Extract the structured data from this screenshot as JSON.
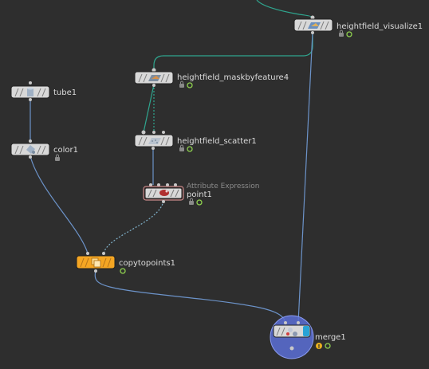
{
  "network": {
    "colors": {
      "background": "#2e2e2e",
      "wire_blue": "#6c93c9",
      "wire_green": "#2fa68f",
      "wire_dotted": "#7fb0c9",
      "copy_node": "#f5a623",
      "merge_circle": "#5b6fd6",
      "display_flag": "#8fd14f"
    },
    "nodes": {
      "heightfield_visualize": {
        "label": "heightfield_visualize1",
        "icon": "heightfield-icon"
      },
      "heightfield_maskbyfeature": {
        "label": "heightfield_maskbyfeature4",
        "icon": "heightfield-icon"
      },
      "heightfield_scatter": {
        "label": "heightfield_scatter1",
        "icon": "scatter-icon"
      },
      "tube": {
        "label": "tube1",
        "icon": "tube-icon"
      },
      "color": {
        "label": "color1",
        "icon": "color-icon"
      },
      "point": {
        "label": "point1",
        "sublabel": "Attribute Expression",
        "icon": "point-icon"
      },
      "copytopoints": {
        "label": "copytopoints1",
        "icon": "copy-icon"
      },
      "merge": {
        "label": "merge1",
        "icon": "merge-icon",
        "warning": "!"
      }
    }
  }
}
